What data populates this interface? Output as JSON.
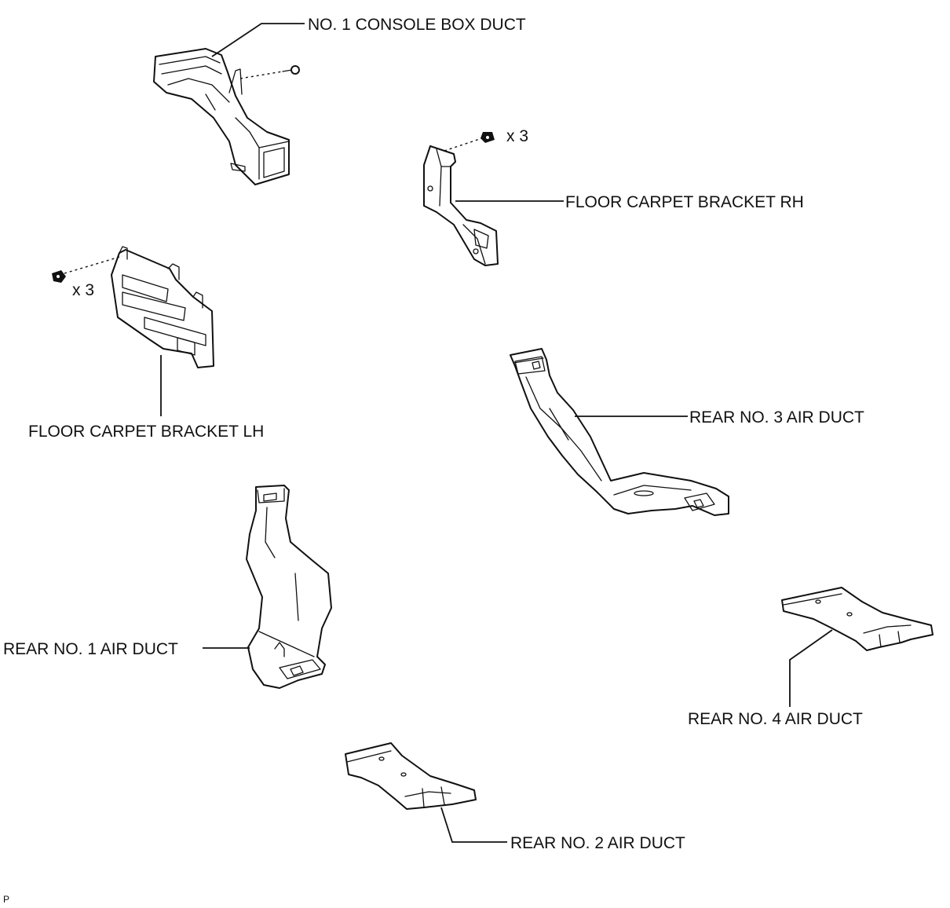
{
  "labels": {
    "console_box_duct": "NO. 1 CONSOLE BOX DUCT",
    "bracket_rh": "FLOOR CARPET BRACKET RH",
    "bracket_lh": "FLOOR CARPET BRACKET LH",
    "rear_no3": "REAR NO. 3 AIR DUCT",
    "rear_no1": "REAR NO. 1 AIR DUCT",
    "rear_no4": "REAR NO. 4 AIR DUCT",
    "rear_no2": "REAR NO. 2 AIR DUCT"
  },
  "quantities": {
    "rh_clips": "x 3",
    "lh_clips": "x 3"
  },
  "corner_mark": "P"
}
